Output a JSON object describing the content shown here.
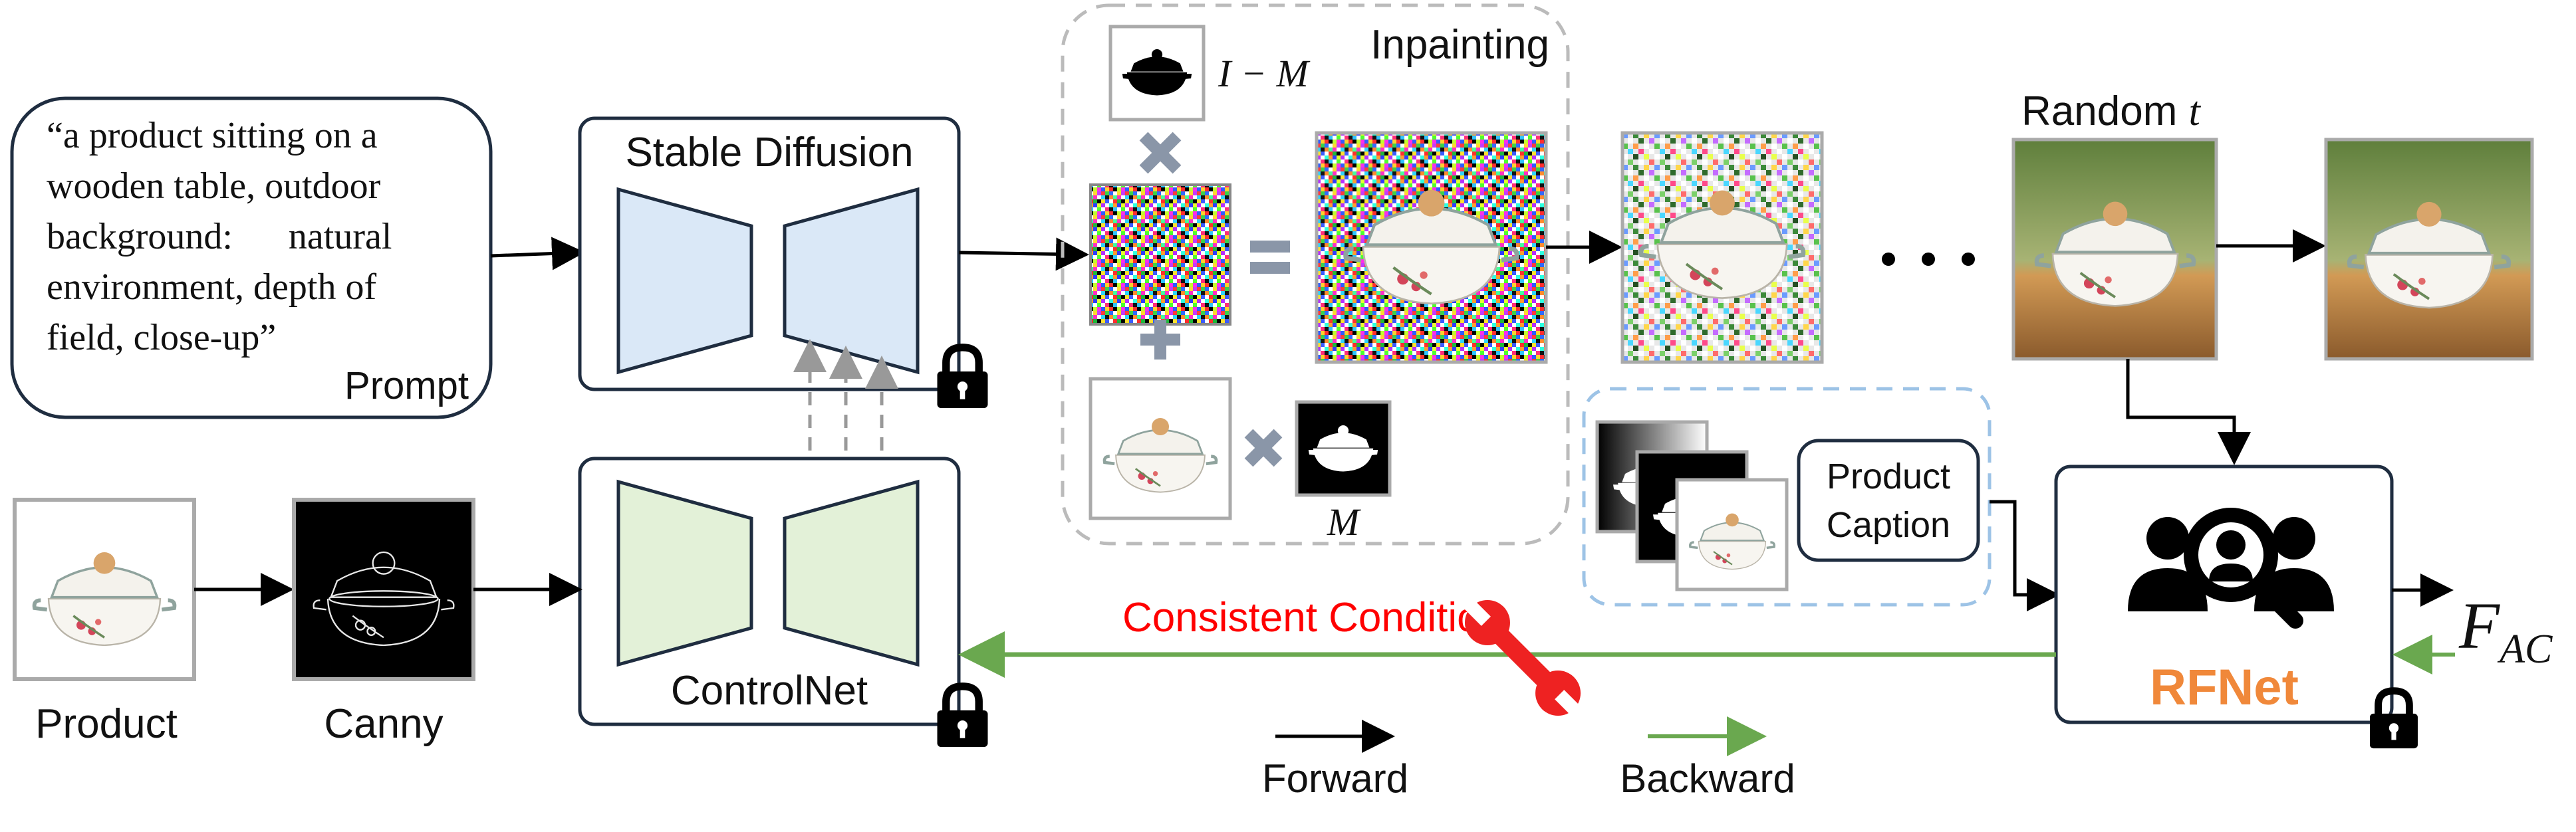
{
  "prompt": {
    "lines": [
      "“a product sitting on a",
      "wooden table, outdoor",
      "background:      natural",
      "environment, depth of",
      "field, close-up”"
    ],
    "label": "Prompt"
  },
  "stable_diffusion": {
    "label": "Stable Diffusion"
  },
  "controlnet": {
    "label": "ControlNet"
  },
  "inpainting": {
    "label": "Inpainting",
    "mask_inverse": "I − M",
    "mask": "M"
  },
  "inputs": {
    "product": "Product",
    "canny": "Canny"
  },
  "caption": {
    "line1": "Product",
    "line2": "Caption"
  },
  "random": {
    "prefix": "Random",
    "var": "t"
  },
  "consistent": {
    "label": "Consistent Condition"
  },
  "rfnet": {
    "label": "RFNet",
    "output_main": "F",
    "output_sub": "AC"
  },
  "legend": {
    "forward": "Forward",
    "backward": "Backward"
  },
  "colors": {
    "sd_fill": "#dae8f7",
    "cn_fill": "#e3f1d8",
    "backward": "#6aa84f",
    "consistent_text": "#ff0000",
    "rfnet_text": "#f0883a",
    "dashed_blue": "#9dc3e6",
    "dashed_gray": "#bbbbbb",
    "box_stroke": "#1f2d40"
  }
}
